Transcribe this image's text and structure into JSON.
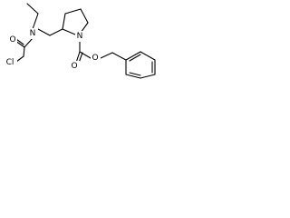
{
  "molecule": {
    "atoms": {
      "n_amide": "N",
      "o_amide": "O",
      "cl": "Cl",
      "n_ring": "N",
      "o_carbonyl": "O",
      "o_ester": "O"
    }
  }
}
